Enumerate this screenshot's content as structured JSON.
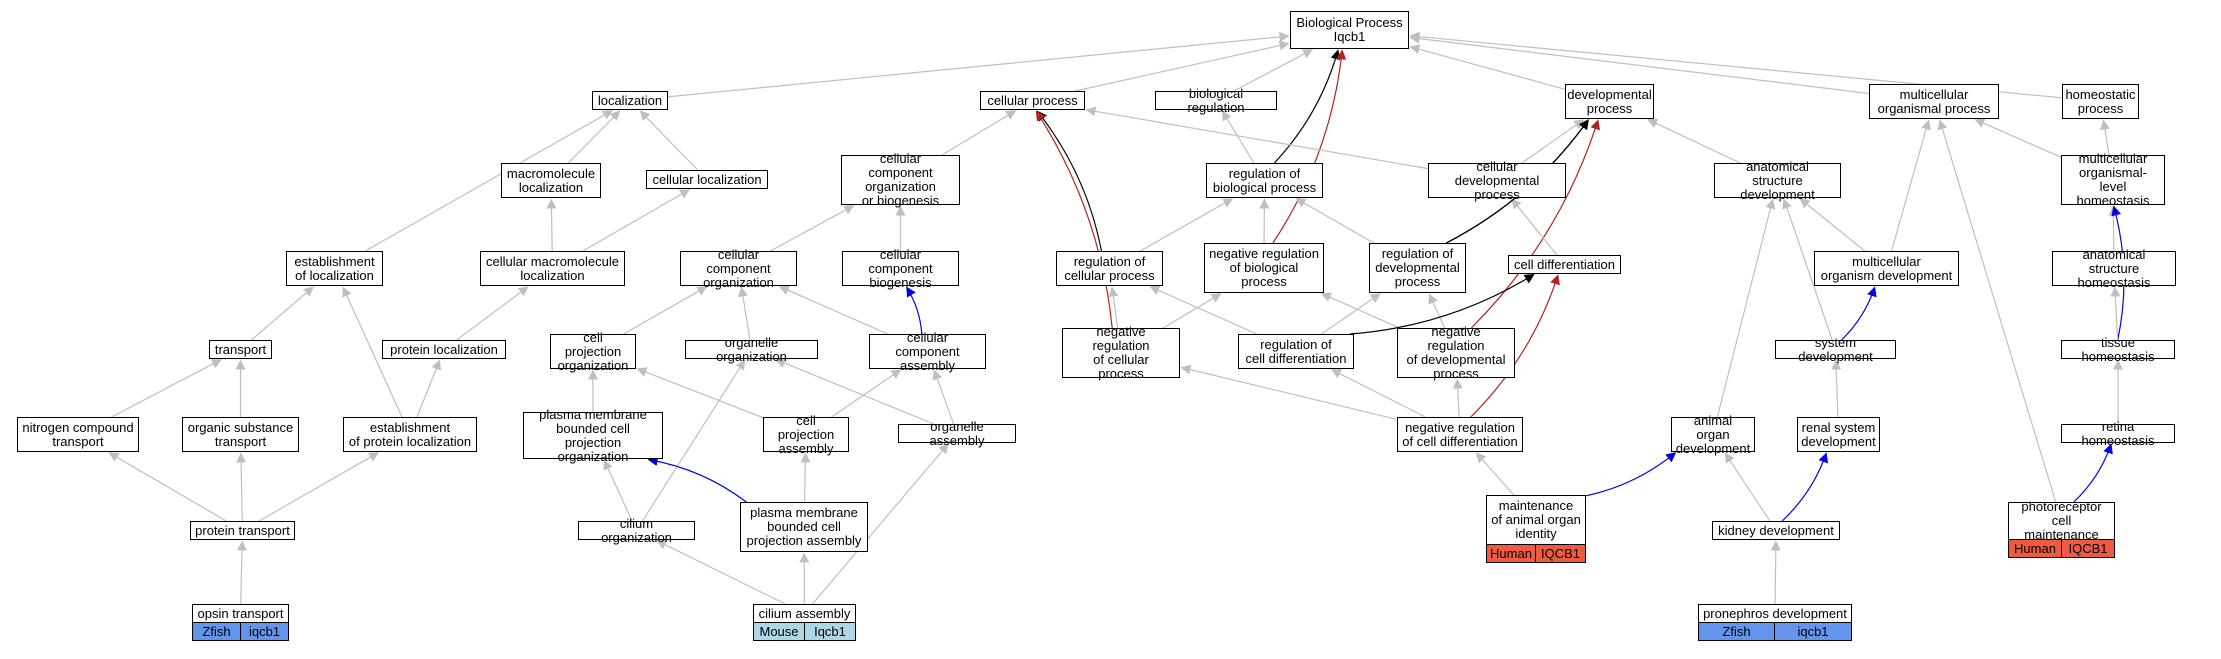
{
  "colors": {
    "gray_edge": "#bfbfbf",
    "black_edge": "#000000",
    "red_edge": "#b22222",
    "blue_edge": "#0000ee",
    "human": "#ef5a40",
    "zfish": "#6495ed",
    "mouse": "#add8e6"
  },
  "nodes": [
    {
      "id": "bp",
      "label": "Biological Process\nIqcb1"
    },
    {
      "id": "localization",
      "label": "localization"
    },
    {
      "id": "cellular_process",
      "label": "cellular process"
    },
    {
      "id": "biological_regulation",
      "label": "biological regulation"
    },
    {
      "id": "developmental_process",
      "label": "developmental\nprocess"
    },
    {
      "id": "multicellular_organismal_process",
      "label": "multicellular\norganismal process"
    },
    {
      "id": "homeostatic_process",
      "label": "homeostatic\nprocess"
    },
    {
      "id": "macromolecule_localization",
      "label": "macromolecule\nlocalization"
    },
    {
      "id": "cellular_localization",
      "label": "cellular localization"
    },
    {
      "id": "ccob",
      "label": "cellular component\norganization\nor biogenesis"
    },
    {
      "id": "reg_bio",
      "label": "regulation of\nbiological process"
    },
    {
      "id": "cell_dev_process",
      "label": "cellular developmental\nprocess"
    },
    {
      "id": "anat_struct_dev",
      "label": "anatomical structure\ndevelopment"
    },
    {
      "id": "mult_org_homeo",
      "label": "multicellular\norganismal-level\nhomeostasis"
    },
    {
      "id": "est_loc",
      "label": "establishment\nof localization"
    },
    {
      "id": "cell_macro_loc",
      "label": "cellular macromolecule\nlocalization"
    },
    {
      "id": "cc_org",
      "label": "cellular component\norganization"
    },
    {
      "id": "cc_bio",
      "label": "cellular component\nbiogenesis"
    },
    {
      "id": "reg_cell_proc",
      "label": "regulation of\ncellular process"
    },
    {
      "id": "neg_reg_bio",
      "label": "negative regulation\nof biological\nprocess"
    },
    {
      "id": "reg_dev",
      "label": "regulation of\ndevelopmental\nprocess"
    },
    {
      "id": "cell_diff",
      "label": "cell differentiation"
    },
    {
      "id": "mult_org_dev",
      "label": "multicellular\norganism development"
    },
    {
      "id": "anat_struct_homeo",
      "label": "anatomical structure\nhomeostasis"
    },
    {
      "id": "transport",
      "label": "transport"
    },
    {
      "id": "protein_loc",
      "label": "protein localization"
    },
    {
      "id": "cell_proj_org",
      "label": "cell projection\norganization"
    },
    {
      "id": "organelle_org",
      "label": "organelle organization"
    },
    {
      "id": "cc_assembly",
      "label": "cellular component\nassembly"
    },
    {
      "id": "neg_reg_cell",
      "label": "negative regulation\nof cellular\nprocess"
    },
    {
      "id": "reg_cell_diff",
      "label": "regulation of\ncell differentiation"
    },
    {
      "id": "neg_reg_dev",
      "label": "negative regulation\nof developmental\nprocess"
    },
    {
      "id": "system_dev",
      "label": "system development"
    },
    {
      "id": "tissue_homeo",
      "label": "tissue homeostasis"
    },
    {
      "id": "nitrogen_transport",
      "label": "nitrogen compound\ntransport"
    },
    {
      "id": "organic_transport",
      "label": "organic substance\ntransport"
    },
    {
      "id": "est_protein_loc",
      "label": "establishment\nof protein localization"
    },
    {
      "id": "pm_proj_org",
      "label": "plasma membrane\nbounded cell\nprojection organization"
    },
    {
      "id": "cell_proj_assembly",
      "label": "cell projection\nassembly"
    },
    {
      "id": "organelle_assembly",
      "label": "organelle assembly"
    },
    {
      "id": "neg_reg_cell_diff",
      "label": "negative regulation\nof cell differentiation"
    },
    {
      "id": "animal_organ_dev",
      "label": "animal organ\ndevelopment"
    },
    {
      "id": "renal_dev",
      "label": "renal system\ndevelopment"
    },
    {
      "id": "retina_homeo",
      "label": "retina homeostasis"
    },
    {
      "id": "protein_transport",
      "label": "protein transport"
    },
    {
      "id": "cilium_org",
      "label": "cilium organization"
    },
    {
      "id": "pm_proj_assembly",
      "label": "plasma membrane\nbounded cell\nprojection assembly"
    },
    {
      "id": "maint_organ_identity",
      "label": "maintenance\nof animal organ\nidentity"
    },
    {
      "id": "kidney_dev",
      "label": "kidney development"
    },
    {
      "id": "photoreceptor_maint",
      "label": "photoreceptor\ncell maintenance"
    },
    {
      "id": "opsin_transport",
      "label": "opsin transport"
    },
    {
      "id": "cilium_assembly",
      "label": "cilium assembly"
    },
    {
      "id": "pronephros_dev",
      "label": "pronephros development"
    }
  ],
  "annotations": [
    {
      "node": "opsin_transport",
      "species": "Zfish",
      "gene": "iqcb1",
      "color": "#6495ed"
    },
    {
      "node": "cilium_assembly",
      "species": "Mouse",
      "gene": "Iqcb1",
      "color": "#add8e6"
    },
    {
      "node": "maint_organ_identity",
      "species": "Human",
      "gene": "IQCB1",
      "color": "#ef5a40"
    },
    {
      "node": "pronephros_dev",
      "species": "Zfish",
      "gene": "iqcb1",
      "color": "#6495ed"
    },
    {
      "node": "photoreceptor_maint",
      "species": "Human",
      "gene": "IQCB1",
      "color": "#ef5a40"
    }
  ],
  "edges": [
    {
      "from": "localization",
      "to": "bp",
      "kind": "is_a"
    },
    {
      "from": "cellular_process",
      "to": "bp",
      "kind": "is_a"
    },
    {
      "from": "biological_regulation",
      "to": "bp",
      "kind": "is_a"
    },
    {
      "from": "developmental_process",
      "to": "bp",
      "kind": "is_a"
    },
    {
      "from": "multicellular_organismal_process",
      "to": "bp",
      "kind": "is_a"
    },
    {
      "from": "homeostatic_process",
      "to": "bp",
      "kind": "is_a"
    },
    {
      "from": "reg_bio",
      "to": "bp",
      "kind": "regulates"
    },
    {
      "from": "neg_reg_bio",
      "to": "bp",
      "kind": "negatively_regulates"
    },
    {
      "from": "macromolecule_localization",
      "to": "localization",
      "kind": "is_a"
    },
    {
      "from": "cellular_localization",
      "to": "localization",
      "kind": "is_a"
    },
    {
      "from": "est_loc",
      "to": "localization",
      "kind": "is_a"
    },
    {
      "from": "ccob",
      "to": "cellular_process",
      "kind": "is_a"
    },
    {
      "from": "cell_dev_process",
      "to": "cellular_process",
      "kind": "is_a"
    },
    {
      "from": "reg_cell_proc",
      "to": "cellular_process",
      "kind": "regulates"
    },
    {
      "from": "neg_reg_cell",
      "to": "cellular_process",
      "kind": "negatively_regulates"
    },
    {
      "from": "reg_bio",
      "to": "biological_regulation",
      "kind": "is_a"
    },
    {
      "from": "cell_dev_process",
      "to": "developmental_process",
      "kind": "is_a"
    },
    {
      "from": "anat_struct_dev",
      "to": "developmental_process",
      "kind": "is_a"
    },
    {
      "from": "reg_dev",
      "to": "developmental_process",
      "kind": "regulates"
    },
    {
      "from": "neg_reg_dev",
      "to": "developmental_process",
      "kind": "negatively_regulates"
    },
    {
      "from": "mult_org_homeo",
      "to": "multicellular_organismal_process",
      "kind": "is_a"
    },
    {
      "from": "mult_org_dev",
      "to": "multicellular_organismal_process",
      "kind": "is_a"
    },
    {
      "from": "photoreceptor_maint",
      "to": "multicellular_organismal_process",
      "kind": "is_a"
    },
    {
      "from": "mult_org_homeo",
      "to": "homeostatic_process",
      "kind": "is_a"
    },
    {
      "from": "cell_macro_loc",
      "to": "macromolecule_localization",
      "kind": "is_a"
    },
    {
      "from": "cell_macro_loc",
      "to": "cellular_localization",
      "kind": "is_a"
    },
    {
      "from": "cc_org",
      "to": "ccob",
      "kind": "is_a"
    },
    {
      "from": "cc_bio",
      "to": "ccob",
      "kind": "is_a"
    },
    {
      "from": "reg_cell_proc",
      "to": "reg_bio",
      "kind": "is_a"
    },
    {
      "from": "neg_reg_bio",
      "to": "reg_bio",
      "kind": "is_a"
    },
    {
      "from": "reg_dev",
      "to": "reg_bio",
      "kind": "is_a"
    },
    {
      "from": "cell_diff",
      "to": "cell_dev_process",
      "kind": "is_a"
    },
    {
      "from": "mult_org_dev",
      "to": "anat_struct_dev",
      "kind": "is_a"
    },
    {
      "from": "system_dev",
      "to": "anat_struct_dev",
      "kind": "is_a"
    },
    {
      "from": "animal_organ_dev",
      "to": "anat_struct_dev",
      "kind": "is_a"
    },
    {
      "from": "anat_struct_homeo",
      "to": "mult_org_homeo",
      "kind": "is_a"
    },
    {
      "from": "tissue_homeo",
      "to": "mult_org_homeo",
      "kind": "part_of"
    },
    {
      "from": "transport",
      "to": "est_loc",
      "kind": "is_a"
    },
    {
      "from": "est_protein_loc",
      "to": "est_loc",
      "kind": "is_a"
    },
    {
      "from": "protein_loc",
      "to": "cell_macro_loc",
      "kind": "is_a"
    },
    {
      "from": "cell_proj_org",
      "to": "cc_org",
      "kind": "is_a"
    },
    {
      "from": "organelle_org",
      "to": "cc_org",
      "kind": "is_a"
    },
    {
      "from": "cc_assembly",
      "to": "cc_org",
      "kind": "is_a"
    },
    {
      "from": "cc_assembly",
      "to": "cc_bio",
      "kind": "part_of"
    },
    {
      "from": "neg_reg_cell",
      "to": "reg_cell_proc",
      "kind": "is_a"
    },
    {
      "from": "reg_cell_diff",
      "to": "reg_cell_proc",
      "kind": "is_a"
    },
    {
      "from": "neg_reg_cell",
      "to": "neg_reg_bio",
      "kind": "is_a"
    },
    {
      "from": "neg_reg_dev",
      "to": "neg_reg_bio",
      "kind": "is_a"
    },
    {
      "from": "reg_cell_diff",
      "to": "reg_dev",
      "kind": "is_a"
    },
    {
      "from": "neg_reg_dev",
      "to": "reg_dev",
      "kind": "is_a"
    },
    {
      "from": "reg_dev",
      "to": "developmental_process",
      "kind": "regulates"
    },
    {
      "from": "reg_cell_diff",
      "to": "cell_diff",
      "kind": "regulates"
    },
    {
      "from": "neg_reg_cell_diff",
      "to": "cell_diff",
      "kind": "negatively_regulates"
    },
    {
      "from": "system_dev",
      "to": "mult_org_dev",
      "kind": "part_of"
    },
    {
      "from": "tissue_homeo",
      "to": "anat_struct_homeo",
      "kind": "is_a"
    },
    {
      "from": "nitrogen_transport",
      "to": "transport",
      "kind": "is_a"
    },
    {
      "from": "organic_transport",
      "to": "transport",
      "kind": "is_a"
    },
    {
      "from": "est_protein_loc",
      "to": "protein_loc",
      "kind": "is_a"
    },
    {
      "from": "pm_proj_org",
      "to": "cell_proj_org",
      "kind": "is_a"
    },
    {
      "from": "cell_proj_assembly",
      "to": "cell_proj_org",
      "kind": "is_a"
    },
    {
      "from": "cell_proj_assembly",
      "to": "cc_assembly",
      "kind": "is_a"
    },
    {
      "from": "organelle_assembly",
      "to": "cc_assembly",
      "kind": "is_a"
    },
    {
      "from": "organelle_assembly",
      "to": "organelle_org",
      "kind": "is_a"
    },
    {
      "from": "cilium_org",
      "to": "organelle_org",
      "kind": "is_a"
    },
    {
      "from": "neg_reg_cell_diff",
      "to": "neg_reg_cell",
      "kind": "is_a"
    },
    {
      "from": "neg_reg_cell_diff",
      "to": "reg_cell_diff",
      "kind": "is_a"
    },
    {
      "from": "neg_reg_cell_diff",
      "to": "neg_reg_dev",
      "kind": "is_a"
    },
    {
      "from": "renal_dev",
      "to": "system_dev",
      "kind": "is_a"
    },
    {
      "from": "retina_homeo",
      "to": "tissue_homeo",
      "kind": "is_a"
    },
    {
      "from": "protein_transport",
      "to": "nitrogen_transport",
      "kind": "is_a"
    },
    {
      "from": "protein_transport",
      "to": "organic_transport",
      "kind": "is_a"
    },
    {
      "from": "protein_transport",
      "to": "est_protein_loc",
      "kind": "is_a"
    },
    {
      "from": "cilium_org",
      "to": "pm_proj_org",
      "kind": "is_a"
    },
    {
      "from": "pm_proj_assembly",
      "to": "pm_proj_org",
      "kind": "part_of"
    },
    {
      "from": "pm_proj_assembly",
      "to": "cell_proj_assembly",
      "kind": "is_a"
    },
    {
      "from": "maint_organ_identity",
      "to": "neg_reg_cell_diff",
      "kind": "is_a"
    },
    {
      "from": "maint_organ_identity",
      "to": "animal_organ_dev",
      "kind": "part_of"
    },
    {
      "from": "kidney_dev",
      "to": "animal_organ_dev",
      "kind": "is_a"
    },
    {
      "from": "kidney_dev",
      "to": "renal_dev",
      "kind": "part_of"
    },
    {
      "from": "photoreceptor_maint",
      "to": "retina_homeo",
      "kind": "part_of"
    },
    {
      "from": "opsin_transport",
      "to": "protein_transport",
      "kind": "is_a"
    },
    {
      "from": "cilium_assembly",
      "to": "cilium_org",
      "kind": "is_a"
    },
    {
      "from": "cilium_assembly",
      "to": "pm_proj_assembly",
      "kind": "is_a"
    },
    {
      "from": "cilium_assembly",
      "to": "organelle_assembly",
      "kind": "is_a"
    },
    {
      "from": "pronephros_dev",
      "to": "kidney_dev",
      "kind": "is_a"
    }
  ]
}
